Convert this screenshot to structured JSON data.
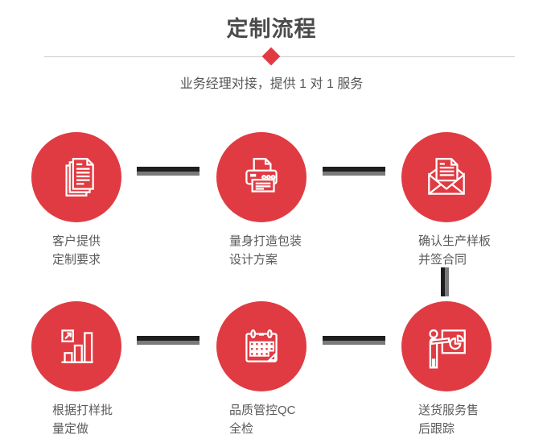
{
  "header": {
    "title": "定制流程",
    "subtitle": "业务经理对接，提供 1 对 1 服务"
  },
  "steps": [
    {
      "id": "step-1",
      "icon": "documents-icon",
      "label_line1": "客户提供",
      "label_line2": "定制要求"
    },
    {
      "id": "step-2",
      "icon": "printer-icon",
      "label_line1": "量身打造包装",
      "label_line2": "设计方案"
    },
    {
      "id": "step-3",
      "icon": "envelope-icon",
      "label_line1": "确认生产样板",
      "label_line2": "并签合同"
    },
    {
      "id": "step-4",
      "icon": "bar-chart-icon",
      "label_line1": "根据打样批",
      "label_line2": "量定做"
    },
    {
      "id": "step-5",
      "icon": "calendar-icon",
      "label_line1": "品质管控QC",
      "label_line2": "全检"
    },
    {
      "id": "step-6",
      "icon": "presentation-icon",
      "label_line1": "送货服务售",
      "label_line2": "后跟踪"
    }
  ],
  "colors": {
    "accent_red": "#e03b42",
    "icon_stroke": "#ffffff",
    "connector_dark": "#1e1e1e",
    "connector_gray": "#7a7a7a",
    "title_text": "#4b4b4b",
    "label_text": "#5a5a5a",
    "divider": "#cccccc"
  }
}
